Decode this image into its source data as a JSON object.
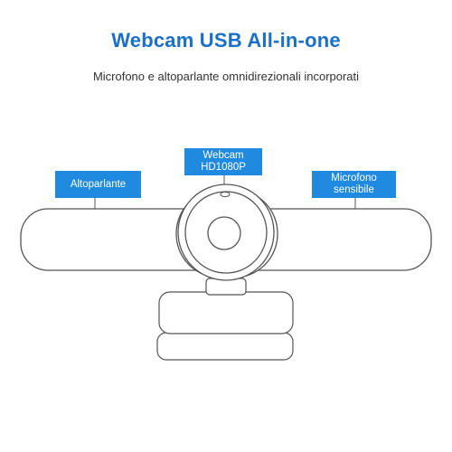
{
  "title": "Webcam USB All-in-one",
  "subtitle": "Microfono e altoparlante omnidirezionali incorporati",
  "labels": {
    "speaker": "Altoparlante",
    "webcam_line1": "Webcam",
    "webcam_line2": "HD1080P",
    "mic_line1": "Microfono",
    "mic_line2": "sensibile"
  },
  "colors": {
    "title": "#1a6fc9",
    "label_bg": "#1f8ae0",
    "outline": "#555555"
  }
}
